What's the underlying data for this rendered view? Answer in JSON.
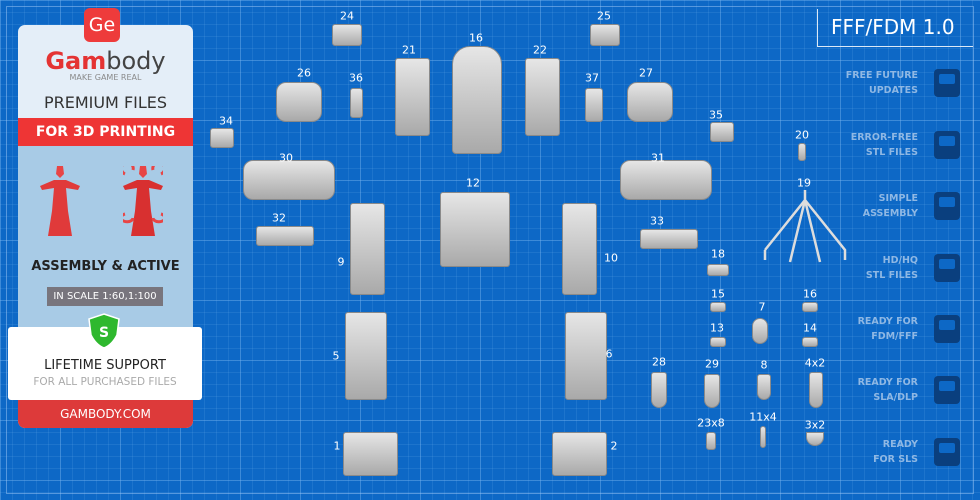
{
  "promo": {
    "logo_badge": "Ge",
    "brand_red": "Gam",
    "brand_dark": "body",
    "tagline": "MAKE GAME REAL",
    "premium": "PREMIUM FILES",
    "for_3d": "FOR 3D PRINTING",
    "assembly": "ASSEMBLY & ACTIVE",
    "scale": "IN SCALE 1:60,1:100",
    "shield_letter": "S",
    "support_title": "LIFETIME SUPPORT",
    "support_sub": "FOR ALL PURCHASED FILES",
    "site": "GAMBODY.COM"
  },
  "version": "FFF/FDM 1.0",
  "features": [
    {
      "l1": "FREE FUTURE",
      "l2": "UPDATES",
      "icon": "sync-icon"
    },
    {
      "l1": "ERROR-FREE",
      "l2": "STL FILES",
      "icon": "file-check-icon"
    },
    {
      "l1": "SIMPLE",
      "l2": "ASSEMBLY",
      "icon": "puzzle-icon"
    },
    {
      "l1": "HD/HQ",
      "l2": "STL FILES",
      "icon": "bust-icon"
    },
    {
      "l1": "READY FOR",
      "l2": "FDM/FFF",
      "icon": "fdm-printer-icon"
    },
    {
      "l1": "READY FOR",
      "l2": "SLA/DLP",
      "icon": "sla-printer-icon"
    },
    {
      "l1": "READY",
      "l2": "FOR SLS",
      "icon": "sls-printer-icon"
    }
  ],
  "parts": [
    "24",
    "25",
    "21",
    "16",
    "22",
    "26",
    "36",
    "37",
    "27",
    "34",
    "35",
    "30",
    "31",
    "12",
    "32",
    "33",
    "9",
    "10",
    "18",
    "15",
    "16",
    "13",
    "7",
    "14",
    "5",
    "6",
    "28",
    "29",
    "8",
    "4x2",
    "23x8",
    "11x4",
    "3x2",
    "1",
    "2",
    "20",
    "19"
  ],
  "colors": {
    "background": "#0d68c6",
    "accent": "#ee3535",
    "shield": "#2eb82e"
  }
}
